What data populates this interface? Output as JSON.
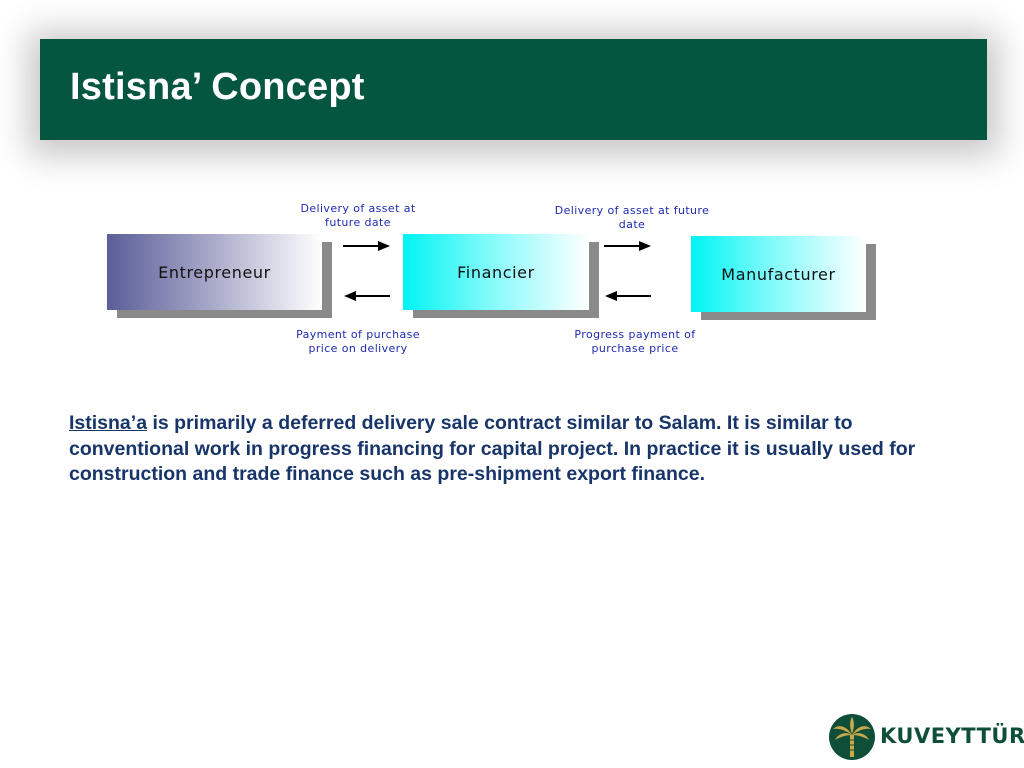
{
  "title": "Istisna’ Concept",
  "diagram": {
    "nodes": {
      "entrepreneur": "Entrepreneur",
      "financier": "Financier",
      "manufacturer": "Manufacturer"
    },
    "flows": {
      "delivery_to_entrepreneur": {
        "line1": "Delivery of asset at",
        "line2": "future date"
      },
      "delivery_to_financier": {
        "line1": "Delivery of asset at future",
        "line2": "date"
      },
      "payment_to_financier": {
        "line1": "Payment of purchase",
        "line2": "price on delivery"
      },
      "payment_to_manufacturer": {
        "line1": "Progress payment of",
        "line2": "purchase price"
      }
    }
  },
  "description": {
    "term": "Istisna’a",
    "text": " is primarily a deferred delivery sale contract similar to Salam. It is similar to conventional work in progress financing for capital project.  In practice it is usually used for construction and trade finance such as pre-shipment export finance."
  },
  "logo": {
    "wordmark": "KUVEYTTÜRK",
    "icon": "palm-tree-icon",
    "color": "#0f4f39"
  },
  "colors": {
    "title_bar": "#055640",
    "flow_label": "#1f2bb0",
    "body_text": "#18356a"
  }
}
